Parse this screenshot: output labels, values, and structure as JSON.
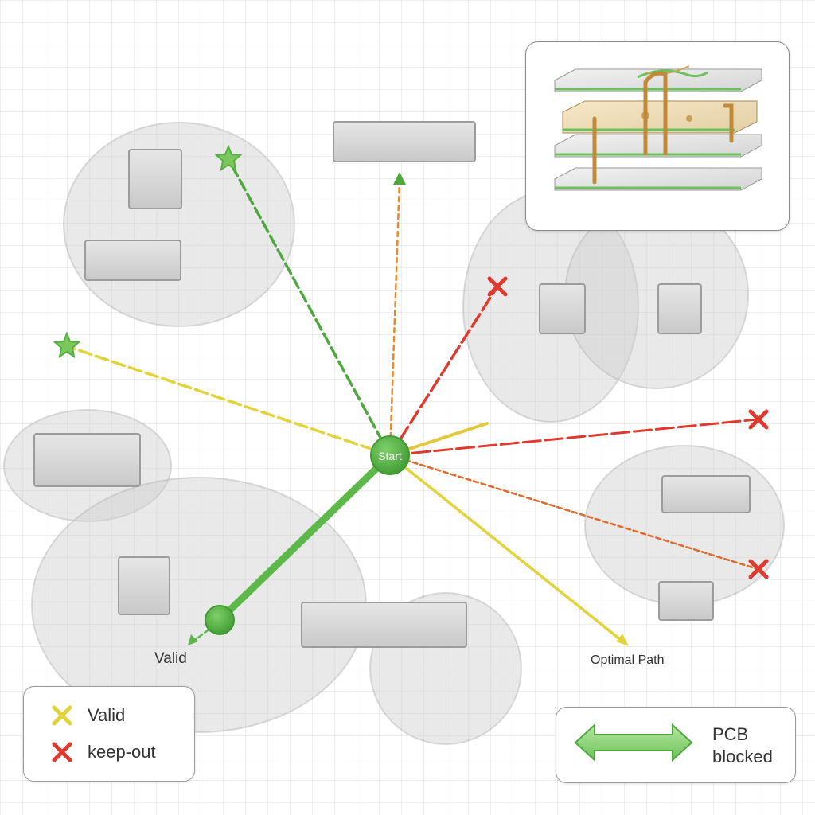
{
  "diagram": {
    "start_label": "Start",
    "valid_label": "Valid",
    "optimal_label": "Optimal Path"
  },
  "legend": {
    "items": [
      {
        "label": "Valid",
        "marker": "yellow-x"
      },
      {
        "label": "keep-out",
        "marker": "red-x"
      }
    ],
    "arrow_line1": "PCB",
    "arrow_line2": "blocked"
  },
  "colors": {
    "valid_green": "#56b043",
    "keepout_red": "#e03a2f",
    "yellow": "#e2d33a",
    "orange": "#e88a2a",
    "obstacle": "#d8d8d8"
  }
}
